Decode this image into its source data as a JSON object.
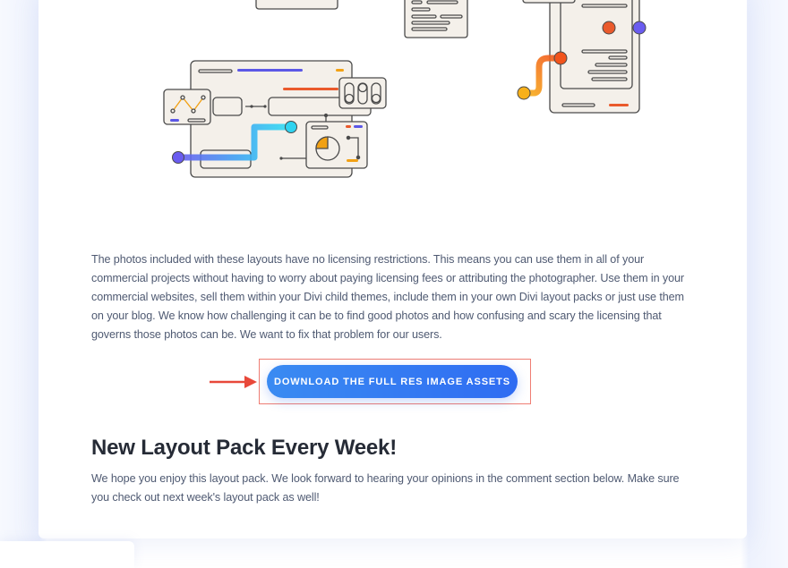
{
  "content": {
    "paragraph_licensing": "The photos included with these layouts have no licensing restrictions. This means you can use them in all of your commercial projects without having to worry about paying licensing fees or attributing the photographer. Use them in your commercial websites, sell them within your Divi child themes, include them in your own Divi layout packs or just use them on your blog. We know how challenging it can be to find good photos and how confusing and scary the licensing that governs those photos can be. We want to fix that problem for our users.",
    "cta_button_label": "DOWNLOAD THE FULL RES IMAGE ASSETS",
    "section_heading": "New Layout Pack Every Week!",
    "paragraph_weekly": "We hope you enjoy this layout pack. We look forward to hearing your opinions in the comment section below. Make sure you check out next week's layout pack as well!"
  },
  "illustration": {
    "icon": "layout-wireframe-illustration",
    "colors": {
      "panel_fill": "#f4f0ea",
      "stroke": "#4a4a4a",
      "blue": "#5b57e6",
      "cyan": "#2fd3f0",
      "orange": "#f2a114",
      "red": "#ea5a2c"
    }
  },
  "annotation": {
    "arrow_icon": "arrow-right-icon",
    "highlight_color": "#ef7d73"
  },
  "colors": {
    "button_gradient_start": "#3a8bf2",
    "button_gradient_end": "#2f6cf2",
    "body_text": "#4f5a72",
    "heading_text": "#262b36"
  }
}
